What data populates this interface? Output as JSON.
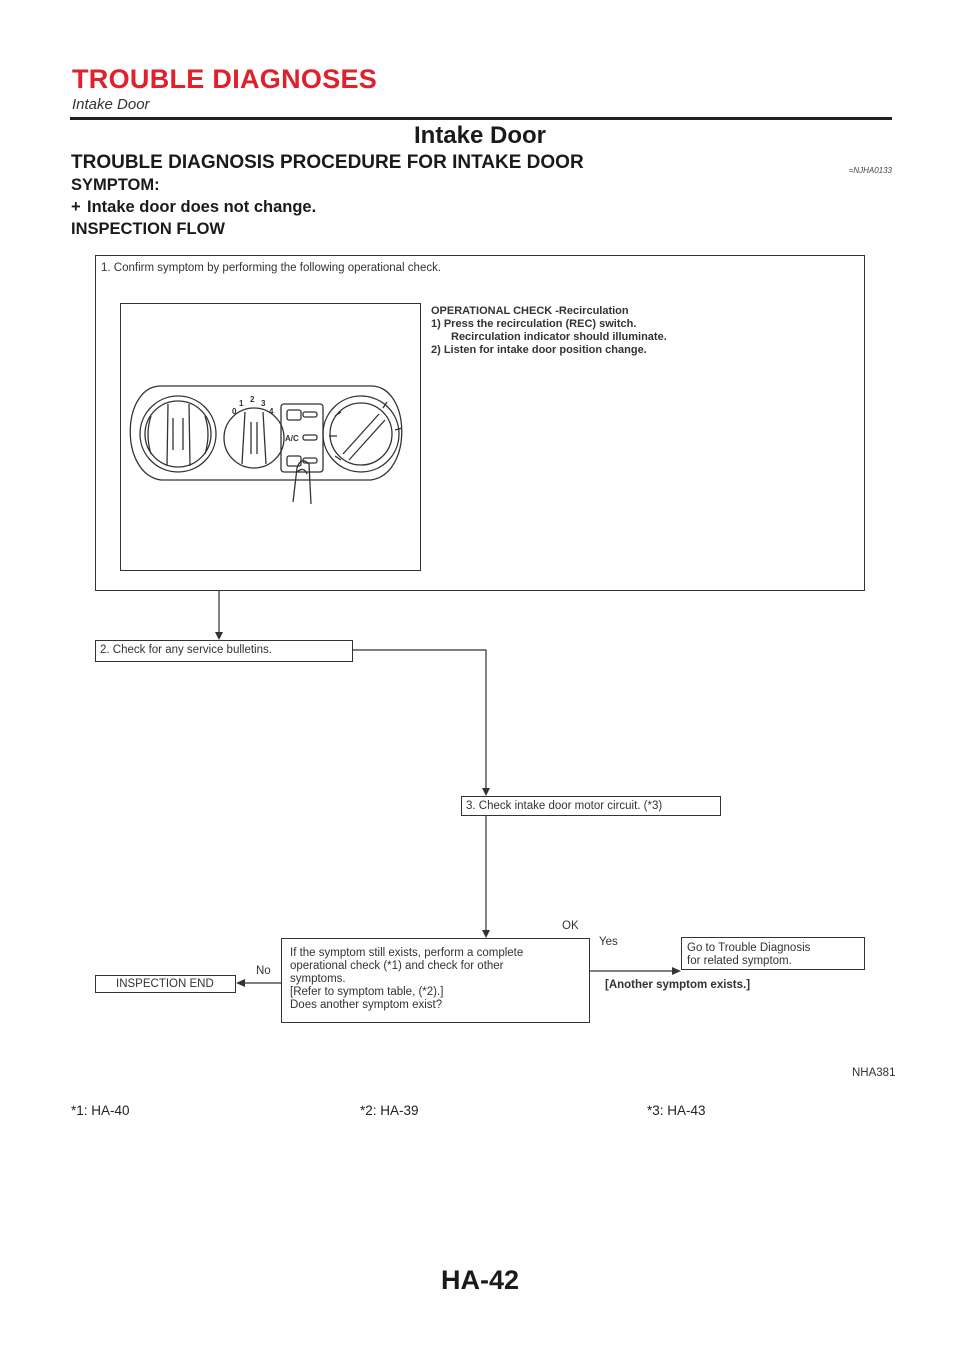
{
  "header": {
    "title": "TROUBLE DIAGNOSES",
    "subtitle": "Intake Door"
  },
  "section_title": "Intake Door",
  "procedure_title": "TROUBLE DIAGNOSIS PROCEDURE FOR INTAKE DOOR",
  "reference_id": "=NJHA0133",
  "symptom": {
    "heading": "SYMPTOM:",
    "bullet_mark": "+",
    "items": [
      "Intake door does not change."
    ]
  },
  "inspection_flow_heading": "INSPECTION FLOW",
  "flow": {
    "step1": "1. Confirm symptom by performing the following operational check.",
    "operational_check": {
      "title": "OPERATIONAL CHECK -Recirculation",
      "line1": "1) Press the recirculation (REC) switch.",
      "line2": "Recirculation indicator should illuminate.",
      "line3": "2) Listen for intake door position change."
    },
    "panel_labels": {
      "fan_speeds": [
        "0",
        "1",
        "2",
        "3",
        "4"
      ],
      "ac": "A/C"
    },
    "step2": "2. Check for any service bulletins.",
    "step3": "3. Check intake door motor circuit. (*3)",
    "ok_label": "OK",
    "decision": {
      "line1": "If the symptom still exists, perform a complete",
      "line2": "operational check (*1) and check for other",
      "line3": "symptoms.",
      "line4": "[Refer to symptom table, (*2).]",
      "line5": "Does another symptom exist?"
    },
    "yes_label": "Yes",
    "no_label": "No",
    "goto": {
      "line1": "Go to Trouble Diagnosis",
      "line2": "for related symptom."
    },
    "another_symptom": "[Another symptom exists.]",
    "end": "INSPECTION END",
    "figure_id": "NHA381"
  },
  "footnotes": [
    "*1: HA-40",
    "*2: HA-39",
    "*3: HA-43"
  ],
  "page_number": "HA-42"
}
